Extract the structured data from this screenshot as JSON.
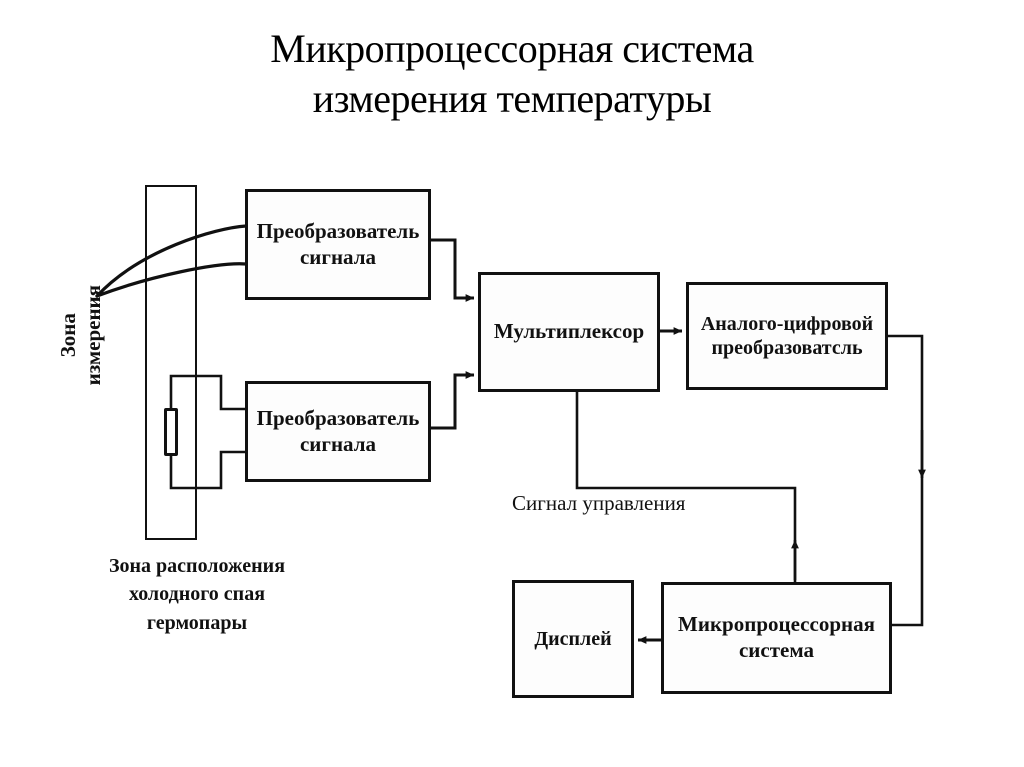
{
  "title": {
    "line1": "Микропроцессорная система",
    "line2": "измерения температуры"
  },
  "diagram": {
    "type": "block-diagram",
    "blocks": {
      "converter1": {
        "line1": "Преобразователь",
        "line2": "сигнала"
      },
      "converter2": {
        "line1": "Преобразователь",
        "line2": "сигнала"
      },
      "multiplexer": {
        "line1": "Мультиплексор"
      },
      "adc": {
        "line1": "Аналого-цифровой",
        "line2": "преобразоватсль"
      },
      "microprocessor": {
        "line1": "Микропроцессорная",
        "line2": "система"
      },
      "display": {
        "line1": "Дисплей"
      }
    },
    "labels": {
      "measurement_zone_l1": "Зона",
      "measurement_zone_l2": "измерения",
      "cold_junction_l1": "Зона расположения",
      "cold_junction_l2": "холодного спая",
      "cold_junction_l3": "гермопары",
      "control_signal": "Сигнал управления"
    },
    "colors": {
      "line": "#111111",
      "background": "#ffffff",
      "box_fill": "#fdfdfd"
    }
  }
}
